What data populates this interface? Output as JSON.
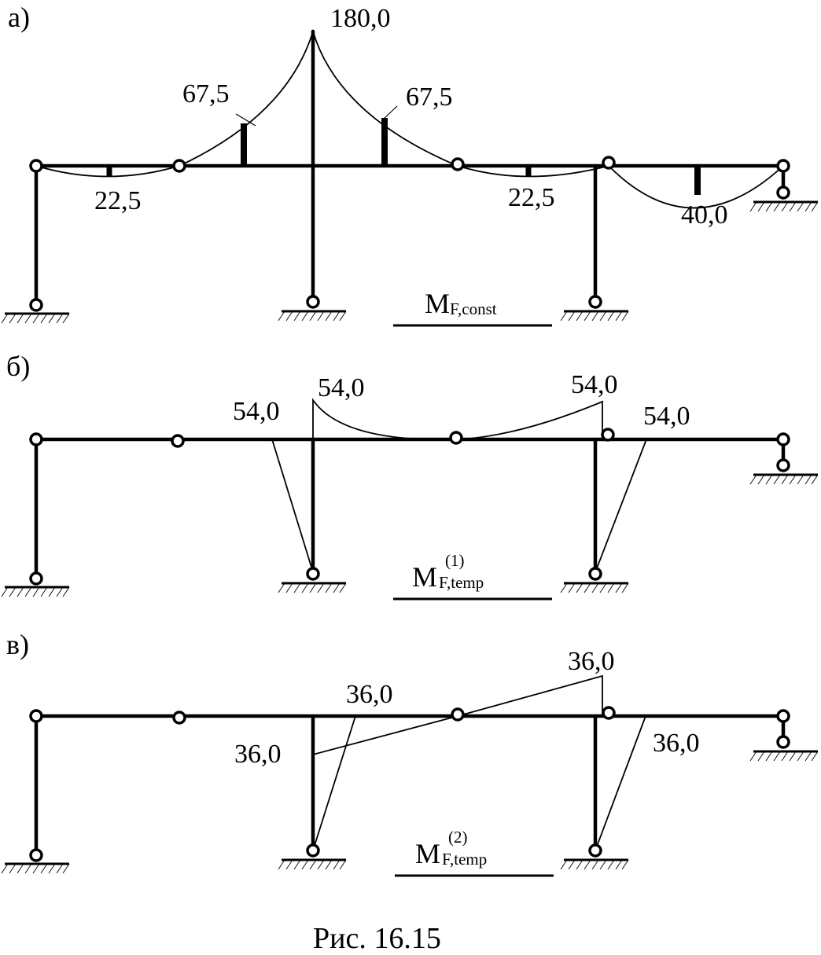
{
  "panels": [
    {
      "id": "a",
      "label": "а)",
      "diagram_title_main": "M",
      "diagram_title_sub": "F,const",
      "diagram_title_sup": "",
      "values": [
        "180,0",
        "67,5",
        "67,5",
        "22,5",
        "22,5",
        "40,0"
      ]
    },
    {
      "id": "b",
      "label": "б)",
      "diagram_title_main": "M",
      "diagram_title_sub": "F,temp",
      "diagram_title_sup": "(1)",
      "values": [
        "54,0",
        "54,0",
        "54,0",
        "54,0"
      ]
    },
    {
      "id": "c",
      "label": "в)",
      "diagram_title_main": "M",
      "diagram_title_sub": "F,temp",
      "diagram_title_sup": "(2)",
      "values": [
        "36,0",
        "36,0",
        "36,0",
        "36,0"
      ]
    }
  ],
  "figure_caption": "Рис. 16.15"
}
